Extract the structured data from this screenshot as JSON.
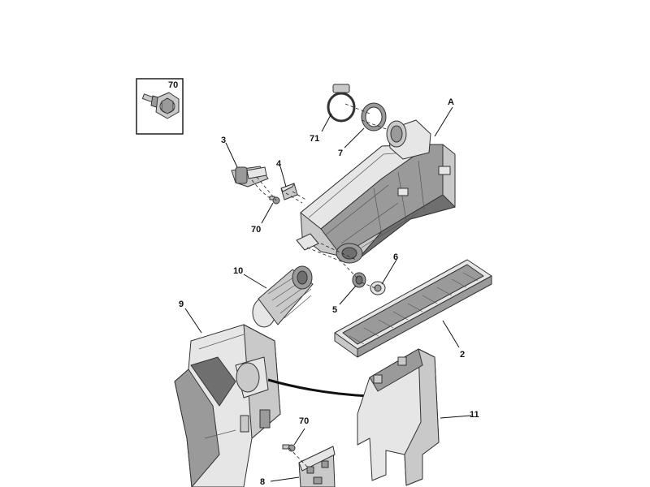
{
  "callouts": {
    "a": "A",
    "p2": "2",
    "p3": "3",
    "p4": "4",
    "p5": "5",
    "p6": "6",
    "p7": "7",
    "p8": "8",
    "p9": "9",
    "p10": "10",
    "p11": "11",
    "p70_box": "70",
    "p70_mid": "70",
    "p70_low": "70",
    "p71": "71"
  },
  "icons": [
    "bolt-icon"
  ],
  "colors": {
    "line": "#111111",
    "part_light": "#e6e6e6",
    "part_mid": "#c9c9c9",
    "part_dark": "#9a9a9a"
  }
}
